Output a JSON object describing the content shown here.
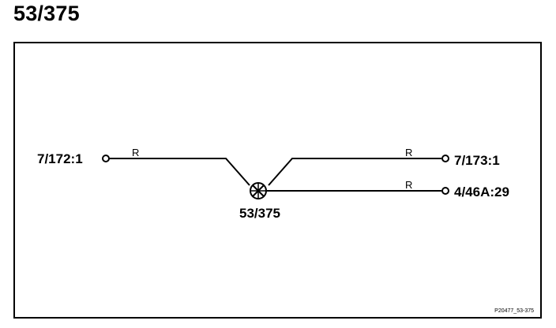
{
  "title": "53/375",
  "diagram": {
    "center_node": {
      "label": "53/375"
    },
    "left_terminal": {
      "label": "7/172:1",
      "wire_marker": "R"
    },
    "right_terminals": [
      {
        "label": "7/173:1",
        "wire_marker": "R"
      },
      {
        "label": "4/46A:29",
        "wire_marker": "R"
      }
    ],
    "reference": "P20477_53-375"
  }
}
